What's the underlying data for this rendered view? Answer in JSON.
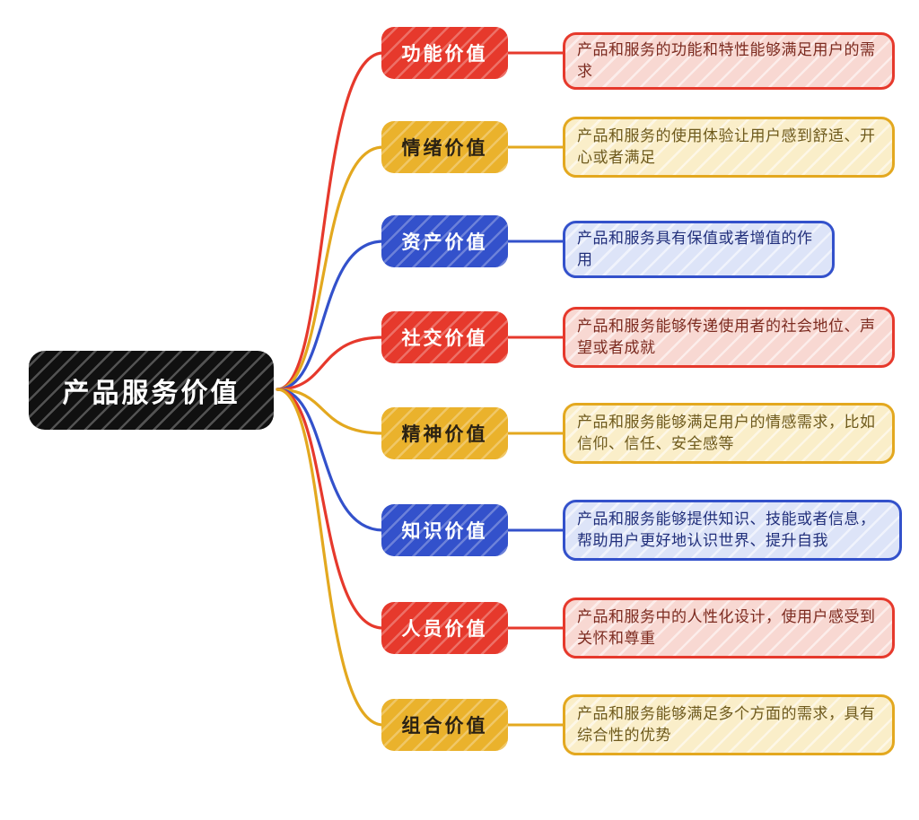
{
  "page": {
    "background": "#ffffff"
  },
  "root": {
    "label": "产品服务价值",
    "fill": "#101010",
    "text_color": "#ffffff"
  },
  "palette": {
    "red": {
      "fill": "#e6392c",
      "line": "#e6392c",
      "node_text": "#ffffff",
      "detail_bg": "#f8d8d2",
      "detail_text": "#7c2b20"
    },
    "yellow": {
      "fill": "#eab22c",
      "line": "#e3a81f",
      "node_text": "#2a2113",
      "detail_bg": "#faeec9",
      "detail_text": "#6e5a1d"
    },
    "blue": {
      "fill": "#3351cb",
      "line": "#3351cb",
      "node_text": "#ffffff",
      "detail_bg": "#dde4f8",
      "detail_text": "#22307b"
    }
  },
  "branches": [
    {
      "label": "功能价值",
      "color": "red",
      "description": "产品和服务的功能和特性能够满足用户的需求"
    },
    {
      "label": "情绪价值",
      "color": "yellow",
      "description": "产品和服务的使用体验让用户感到舒适、开心或者满足"
    },
    {
      "label": "资产价值",
      "color": "blue",
      "description": "产品和服务具有保值或者增值的作用"
    },
    {
      "label": "社交价值",
      "color": "red",
      "description": "产品和服务能够传递使用者的社会地位、声望或者成就"
    },
    {
      "label": "精神价值",
      "color": "yellow",
      "description": "产品和服务能够满足用户的情感需求，比如信仰、信任、安全感等"
    },
    {
      "label": "知识价值",
      "color": "blue",
      "description": "产品和服务能够提供知识、技能或者信息，帮助用户更好地认识世界、提升自我"
    },
    {
      "label": "人员价值",
      "color": "red",
      "description": "产品和服务中的人性化设计，使用户感受到关怀和尊重"
    },
    {
      "label": "组合价值",
      "color": "yellow",
      "description": "产品和服务能够满足多个方面的需求，具有综合性的优势"
    }
  ]
}
